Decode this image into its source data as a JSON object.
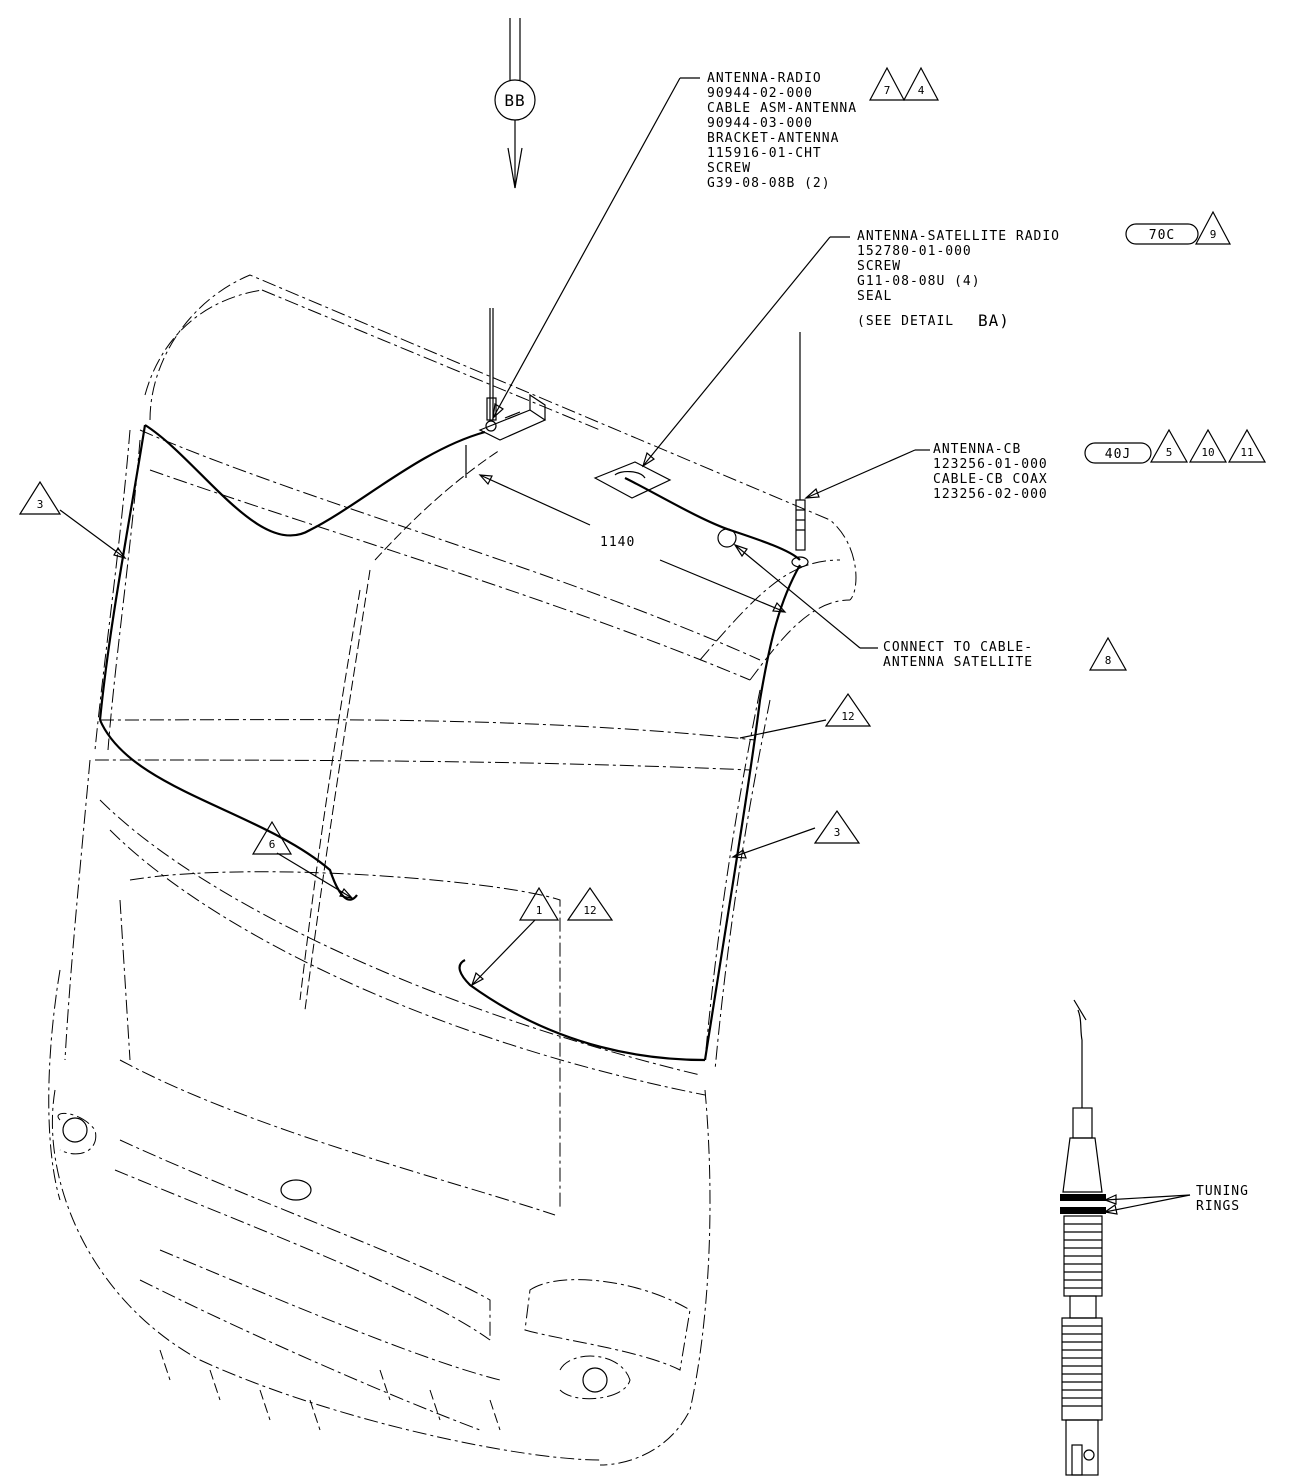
{
  "view": {
    "label": "BB"
  },
  "callouts": {
    "radio": {
      "lines": [
        "ANTENNA-RADIO",
        "90944-02-000",
        "CABLE ASM-ANTENNA",
        "90944-03-000",
        "BRACKET-ANTENNA",
        "115916-01-CHT",
        "SCREW",
        "G39-08-08B (2)"
      ],
      "flags": [
        "7",
        "4"
      ]
    },
    "satellite": {
      "lines": [
        "ANTENNA-SATELLITE RADIO",
        "152780-01-000",
        "SCREW",
        "G11-08-08U (4)",
        "SEAL"
      ],
      "see_detail": "(SEE DETAIL",
      "detail_ref": "BA)",
      "option_code": "70C",
      "flags": [
        "9"
      ]
    },
    "cb": {
      "lines": [
        "ANTENNA-CB",
        "123256-01-000",
        "CABLE-CB COAX",
        "123256-02-000"
      ],
      "option_code": "40J",
      "flags": [
        "5",
        "10",
        "11"
      ]
    },
    "connect": {
      "lines": [
        "CONNECT TO CABLE-",
        "ANTENNA SATELLITE"
      ],
      "flags": [
        "8"
      ]
    },
    "tuning": {
      "lines": [
        "TUNING",
        "RINGS"
      ]
    }
  },
  "dimension": "1140",
  "flag_notes": {
    "left_3": "3",
    "right_3": "3",
    "note_6": "6",
    "note_1": "1",
    "note_12a": "12",
    "note_12b": "12"
  }
}
